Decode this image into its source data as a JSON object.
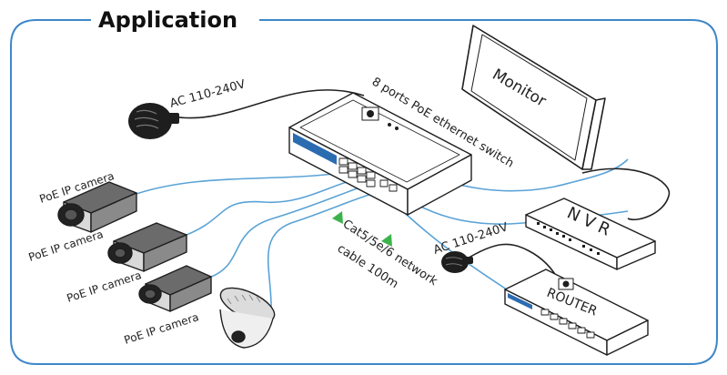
{
  "title": "Application",
  "labels": {
    "ac_top": "AC 110-240V",
    "switch": "8 ports PoE ethernet switch",
    "monitor": "Monitor",
    "nvr": "N V R",
    "ac_right": "AC 110-240V",
    "router": "ROUTER",
    "cable_line1": "Cat5/5e/6 network",
    "cable_line2": "cable 100m",
    "camera1": "PoE IP camera",
    "camera2": "PoE IP camera",
    "camera3": "PoE IP camera",
    "camera4": "PoE IP camera"
  },
  "colors": {
    "frame": "#3f87c9",
    "cable": "#5aa3d6",
    "power": "#222222",
    "arrow": "#3cb34a",
    "device_edge": "#1e1e1e",
    "port": "#2b6cb0"
  }
}
